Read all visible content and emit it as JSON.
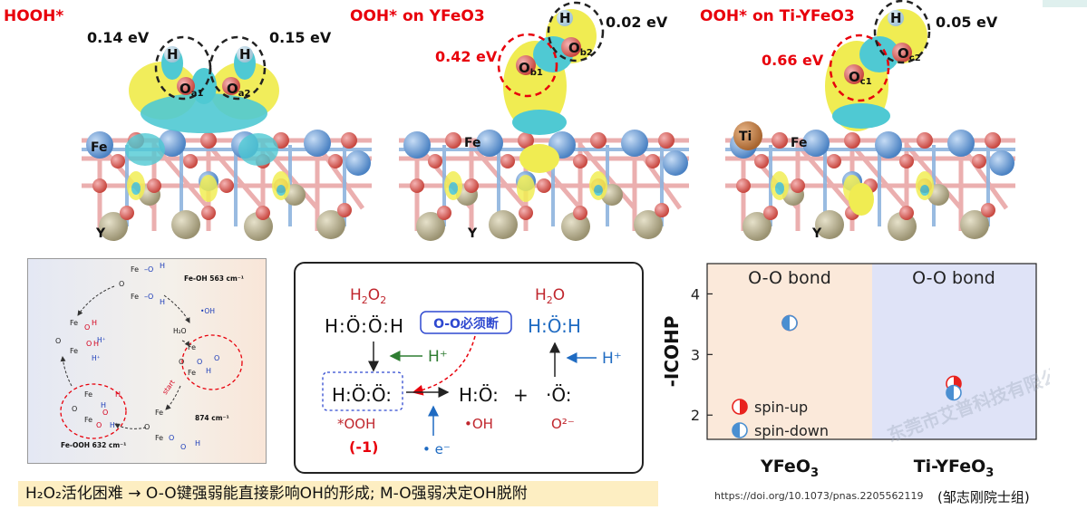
{
  "panels_top": [
    {
      "title": "HOOH*",
      "ev_left": "0.14 eV",
      "ev_right": "0.15 eV",
      "atoms": [
        "H",
        "H",
        "Oa1",
        "Oa2",
        "Fe",
        "Y"
      ]
    },
    {
      "title": "OOH* on YFeO3",
      "ev_left": "0.42 eV",
      "ev_right": "0.02 eV",
      "atoms": [
        "H",
        "Ob1",
        "Ob2",
        "Fe",
        "Y"
      ]
    },
    {
      "title": "OOH* on Ti-YFeO3",
      "ev_left": "0.66 eV",
      "ev_right": "0.05 eV",
      "atoms": [
        "H",
        "Oc1",
        "Oc2",
        "Ti",
        "Fe",
        "Y"
      ]
    }
  ],
  "mechanism": {
    "labels": [
      "Fe-OH 563 cm⁻¹",
      "•OH",
      "H₂O",
      "start",
      "874 cm⁻¹",
      "Fe-OOH 632 cm⁻¹",
      "H⁺",
      "H⁺",
      "H⁺"
    ]
  },
  "lewis": {
    "h2o2_label": "H₂O₂",
    "h2o_label": "H₂O",
    "box_label": "O-O必须断",
    "hplus_1": "H⁺",
    "hplus_2": "H⁺",
    "ooh_label": "*OOH",
    "charge": "(-1)",
    "oh_label": "•OH",
    "o2_label": "O²⁻",
    "electron": "• e⁻",
    "plus": "+"
  },
  "chart_data": {
    "type": "scatter",
    "categories": [
      "YFeO3",
      "Ti-YFeO3"
    ],
    "ylabel": "-ICOHP",
    "ylim": [
      1.6,
      4.5
    ],
    "yticks": [
      2,
      3,
      4
    ],
    "region_labels": [
      "O-O bond",
      "O-O bond"
    ],
    "series": [
      {
        "name": "spin-up",
        "values": [
          3.52,
          2.52
        ],
        "color": "#e8221e"
      },
      {
        "name": "spin-down",
        "values": [
          3.52,
          2.37
        ],
        "color": "#4a8fd1"
      }
    ],
    "colors": {
      "region1": "#fbe9da",
      "region2": "#dfe3f7"
    },
    "legend_position": "bottom-left",
    "watermark": "东莞市艾普科技有限公司"
  },
  "caption": "H₂O₂活化困难 → O-O键强弱能直接影响OH的形成; M-O强弱决定OH脱附",
  "doi": "https://doi.org/10.1073/pnas.2205562119",
  "credit": "(邹志刚院士组)"
}
